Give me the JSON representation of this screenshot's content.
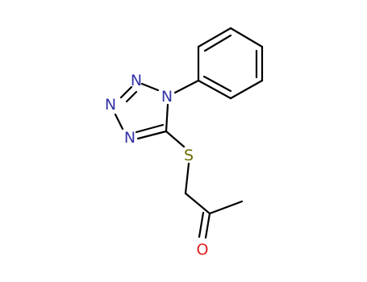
{
  "molecule": {
    "atoms": {
      "n_ring_top": {
        "symbol": "N",
        "color": "#3333a6"
      },
      "n_ring_left": {
        "symbol": "N",
        "color": "#3333a6"
      },
      "n_ring_bottom": {
        "symbol": "N",
        "color": "#3333a6"
      },
      "n_phenyl": {
        "symbol": "N",
        "color": "#3333a6"
      },
      "sulfur": {
        "symbol": "S",
        "color": "#6b6b00"
      },
      "oxygen": {
        "symbol": "O",
        "color": "#e02020"
      }
    },
    "colors": {
      "bond": "#000000",
      "background": "#ffffff"
    }
  }
}
